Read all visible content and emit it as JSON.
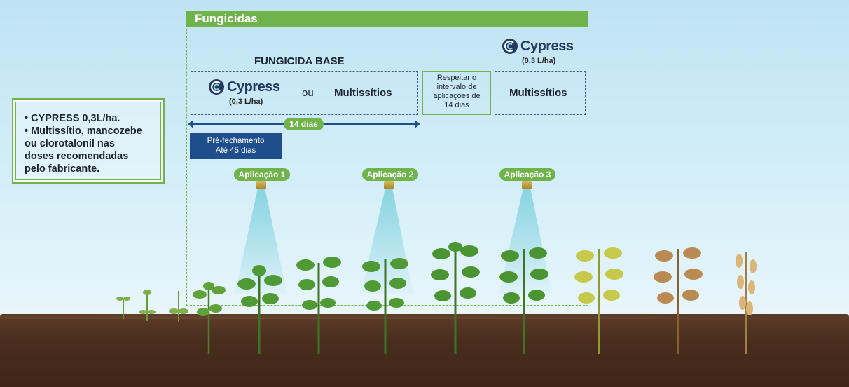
{
  "panel": {
    "title": "Fungicidas"
  },
  "note": {
    "lines": [
      "• CYPRESS 0,3L/ha.",
      "• Multissítio, mancozebe",
      "ou clorotalonil nas",
      "doses recomendadas",
      "pelo fabricante."
    ]
  },
  "base": {
    "heading": "FUNGICIDA BASE",
    "brand": "Cypress",
    "dose": "(0,3 L/ha)",
    "connector": "ou",
    "alt": "Multissítios"
  },
  "top_logo": {
    "brand": "Cypress",
    "dose": "(0,3 L/ha)"
  },
  "interval": {
    "text": [
      "Respeitar o",
      "intervalo de",
      "aplicações de",
      "14 dias"
    ]
  },
  "second": {
    "label": "Multissítios"
  },
  "timeline": {
    "label": "14 dias"
  },
  "pre": {
    "line1": "Pré-fechamento",
    "line2": "Até 45 dias"
  },
  "applications": [
    "Aplicação 1",
    "Aplicação 2",
    "Aplicação 3"
  ],
  "colors": {
    "green": "#6fb34a",
    "navy": "#1f4e8c",
    "brand": "#223a5e"
  }
}
